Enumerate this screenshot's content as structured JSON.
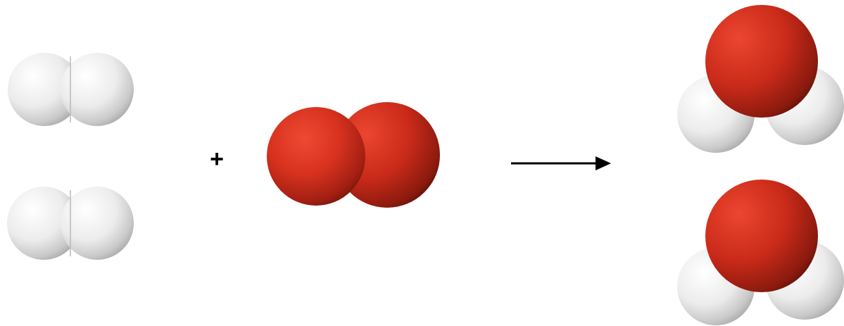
{
  "equation": {
    "plus_sign": "+",
    "reactants": [
      {
        "molecule": "H2",
        "depiction": "space-filling",
        "count": 2
      },
      {
        "molecule": "O2",
        "depiction": "space-filling",
        "count": 1
      }
    ],
    "products": [
      {
        "molecule": "H2O",
        "depiction": "space-filling",
        "count": 2
      }
    ]
  },
  "colors": {
    "hydrogen": "#e9e9e9",
    "oxygen": "#d8321f",
    "arrow": "#000000",
    "background": "#ffffff"
  }
}
